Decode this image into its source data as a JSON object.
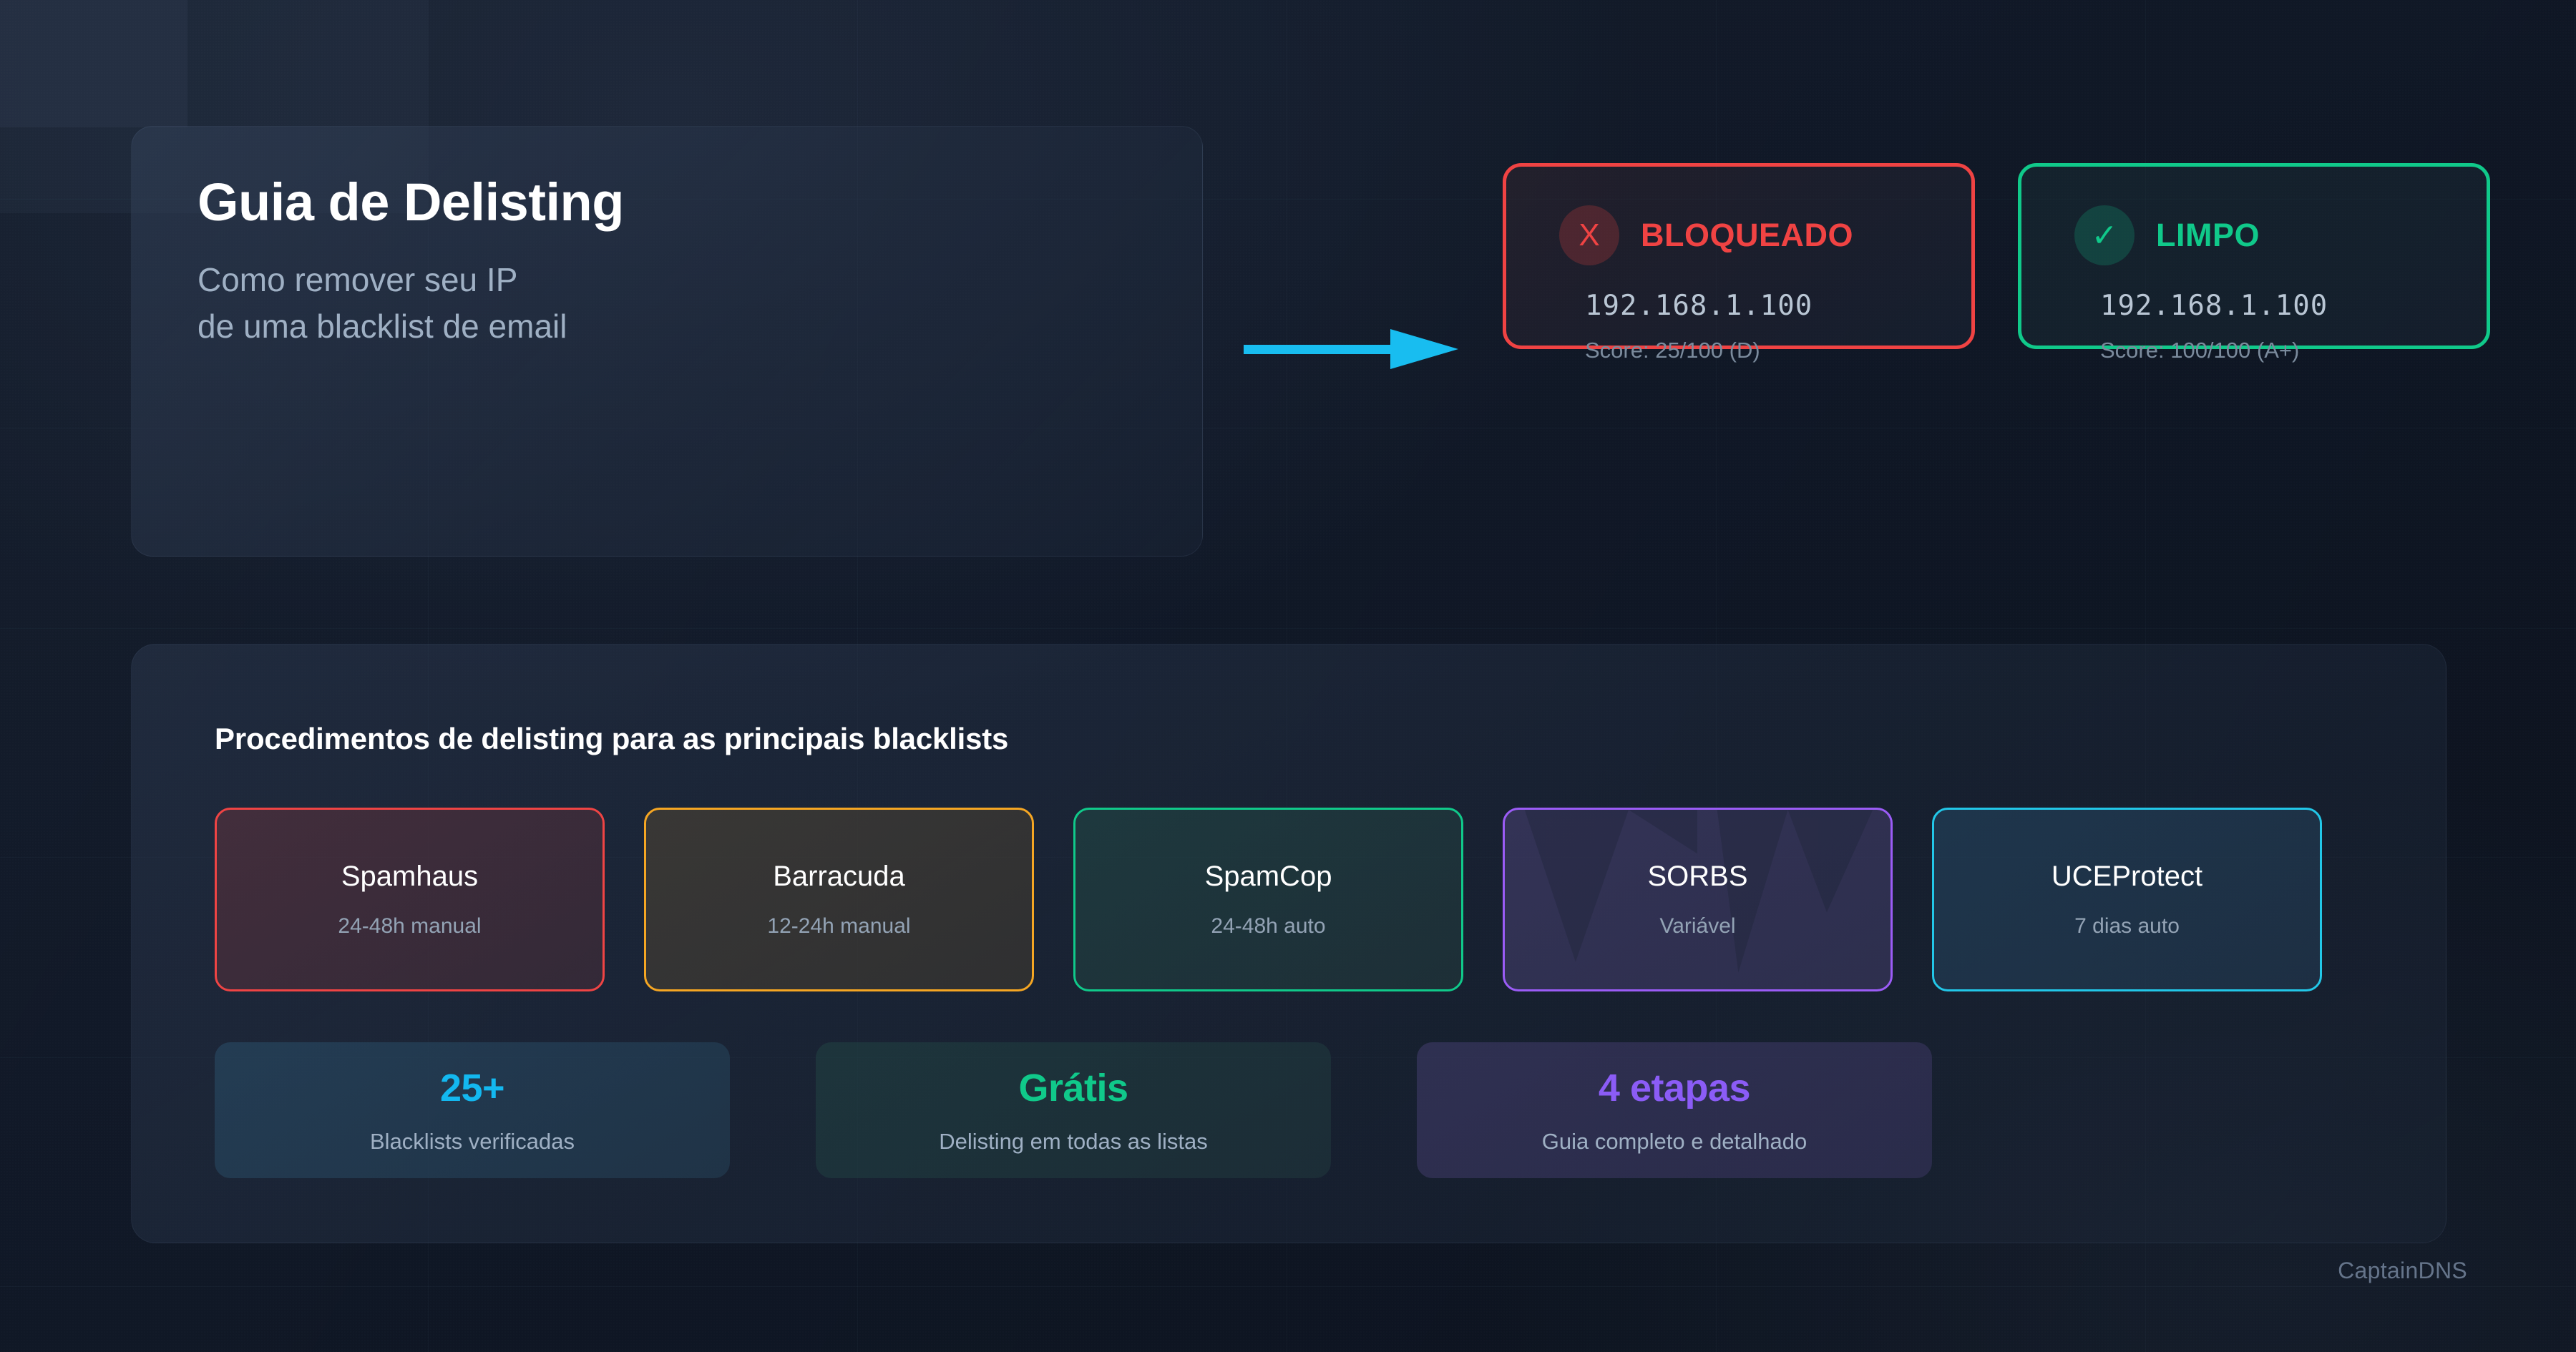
{
  "hero": {
    "title": "Guia de Delisting",
    "subtitle_line1": "Como remover seu IP",
    "subtitle_line2": "de uma blacklist de email"
  },
  "arrow": {
    "name": "flow-arrow",
    "color": "#18bdf0",
    "direction": "right"
  },
  "status_cards": [
    {
      "icon": "x-mark-icon",
      "icon_glyph": "X",
      "label": "BLOQUEADO",
      "ip": "192.168.1.100",
      "score": "Score: 25/100 (D)",
      "color": "#f04343"
    },
    {
      "icon": "check-mark-icon",
      "icon_glyph": "✓",
      "label": "LIMPO",
      "ip": "192.168.1.100",
      "score": "Score: 100/100 (A+)",
      "color": "#10c98a"
    }
  ],
  "panel": {
    "title": "Procedimentos de delisting para as principais blacklists",
    "blacklists": [
      {
        "name": "Spamhaus",
        "time": "24-48h manual",
        "color": "#ef4444"
      },
      {
        "name": "Barracuda",
        "time": "12-24h manual",
        "color": "#f5a623"
      },
      {
        "name": "SpamCop",
        "time": "24-48h auto",
        "color": "#10c98a"
      },
      {
        "name": "SORBS",
        "time": "Variável",
        "color": "#9b5cf6"
      },
      {
        "name": "UCEProtect",
        "time": "7 dias auto",
        "color": "#22c7e8"
      }
    ],
    "stats": [
      {
        "value": "25+",
        "label": "Blacklists verificadas",
        "color": "#13b8f0"
      },
      {
        "value": "Grátis",
        "label": "Delisting em todas as listas",
        "color": "#10c98a"
      },
      {
        "value": "4 etapas",
        "label": "Guia completo e detalhado",
        "color": "#8b5cf6"
      }
    ]
  },
  "watermark": "CaptainDNS"
}
